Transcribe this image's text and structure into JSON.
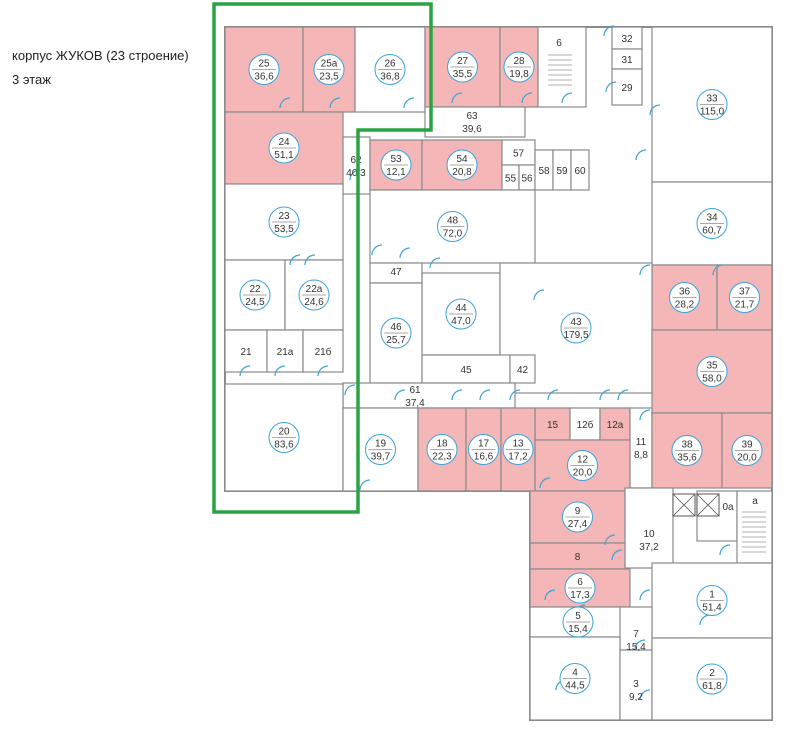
{
  "header": {
    "title": "корпус ЖУКОВ (23 строение)",
    "floor": "3 этаж"
  },
  "colors": {
    "highlight_room": "#f4b6b6",
    "plain_room": "#ffffff",
    "wall": "#8a8a8a",
    "door": "#3aa3d8",
    "selection": "#2aa344"
  },
  "rooms": [
    {
      "id": "r25",
      "num": "25",
      "area": "36,6",
      "highlight": true
    },
    {
      "id": "r25a",
      "num": "25а",
      "area": "23,5",
      "highlight": true
    },
    {
      "id": "r26",
      "num": "26",
      "area": "36,8",
      "highlight": false
    },
    {
      "id": "r27",
      "num": "27",
      "area": "35,5",
      "highlight": true
    },
    {
      "id": "r28",
      "num": "28",
      "area": "19,8",
      "highlight": true
    },
    {
      "id": "r6",
      "num": "6",
      "area": "",
      "highlight": false
    },
    {
      "id": "r32",
      "num": "32",
      "area": "",
      "highlight": false
    },
    {
      "id": "r31",
      "num": "31",
      "area": "",
      "highlight": false
    },
    {
      "id": "r29",
      "num": "29",
      "area": "",
      "highlight": false
    },
    {
      "id": "r33",
      "num": "33",
      "area": "115,0",
      "highlight": false
    },
    {
      "id": "r24",
      "num": "24",
      "area": "51,1",
      "highlight": true
    },
    {
      "id": "r63",
      "num": "63",
      "area": "39,6",
      "highlight": false
    },
    {
      "id": "r62",
      "num": "62",
      "area": "40,3",
      "highlight": false
    },
    {
      "id": "r53",
      "num": "53",
      "area": "12,1",
      "highlight": true
    },
    {
      "id": "r54",
      "num": "54",
      "area": "20,8",
      "highlight": true
    },
    {
      "id": "r57",
      "num": "57",
      "area": "",
      "highlight": false
    },
    {
      "id": "r55",
      "num": "55",
      "area": "",
      "highlight": false
    },
    {
      "id": "r56",
      "num": "56",
      "area": "",
      "highlight": false
    },
    {
      "id": "r58",
      "num": "58",
      "area": "",
      "highlight": false
    },
    {
      "id": "r59",
      "num": "59",
      "area": "",
      "highlight": false
    },
    {
      "id": "r60",
      "num": "60",
      "area": "",
      "highlight": false
    },
    {
      "id": "r23",
      "num": "23",
      "area": "53,5",
      "highlight": false
    },
    {
      "id": "r48",
      "num": "48",
      "area": "72,0",
      "highlight": false
    },
    {
      "id": "r34",
      "num": "34",
      "area": "60,7",
      "highlight": false
    },
    {
      "id": "r47",
      "num": "47",
      "area": "",
      "highlight": false
    },
    {
      "id": "r22",
      "num": "22",
      "area": "24,5",
      "highlight": false
    },
    {
      "id": "r22a",
      "num": "22а",
      "area": "24,6",
      "highlight": false
    },
    {
      "id": "r36",
      "num": "36",
      "area": "28,2",
      "highlight": true
    },
    {
      "id": "r37",
      "num": "37",
      "area": "21,7",
      "highlight": true
    },
    {
      "id": "r44",
      "num": "44",
      "area": "47,0",
      "highlight": false
    },
    {
      "id": "r43",
      "num": "43",
      "area": "179,5",
      "highlight": false
    },
    {
      "id": "r21",
      "num": "21",
      "area": "",
      "highlight": false
    },
    {
      "id": "r21a",
      "num": "21а",
      "area": "",
      "highlight": false
    },
    {
      "id": "r21b",
      "num": "21б",
      "area": "",
      "highlight": false
    },
    {
      "id": "r46",
      "num": "46",
      "area": "25,7",
      "highlight": false
    },
    {
      "id": "r45",
      "num": "45",
      "area": "",
      "highlight": false
    },
    {
      "id": "r42",
      "num": "42",
      "area": "",
      "highlight": false
    },
    {
      "id": "r35",
      "num": "35",
      "area": "58,0",
      "highlight": true
    },
    {
      "id": "r61",
      "num": "61",
      "area": "37,4",
      "highlight": false
    },
    {
      "id": "r15",
      "num": "15",
      "area": "",
      "highlight": true
    },
    {
      "id": "r12b",
      "num": "12б",
      "area": "",
      "highlight": false
    },
    {
      "id": "r12a",
      "num": "12а",
      "area": "",
      "highlight": true
    },
    {
      "id": "r11",
      "num": "11",
      "area": "8,8",
      "highlight": false
    },
    {
      "id": "r38",
      "num": "38",
      "area": "35,6",
      "highlight": true
    },
    {
      "id": "r39",
      "num": "39",
      "area": "20,0",
      "highlight": true
    },
    {
      "id": "r20",
      "num": "20",
      "area": "83,6",
      "highlight": false
    },
    {
      "id": "r19",
      "num": "19",
      "area": "39,7",
      "highlight": false
    },
    {
      "id": "r18",
      "num": "18",
      "area": "22,3",
      "highlight": true
    },
    {
      "id": "r17",
      "num": "17",
      "area": "16,6",
      "highlight": true
    },
    {
      "id": "r13",
      "num": "13",
      "area": "17,2",
      "highlight": true
    },
    {
      "id": "r12",
      "num": "12",
      "area": "20,0",
      "highlight": true
    },
    {
      "id": "r9",
      "num": "9",
      "area": "27,4",
      "highlight": true
    },
    {
      "id": "r10",
      "num": "10",
      "area": "37,2",
      "highlight": false
    },
    {
      "id": "r0a",
      "num": "0а",
      "area": "",
      "highlight": false
    },
    {
      "id": "ra",
      "num": "а",
      "area": "",
      "highlight": false
    },
    {
      "id": "r8",
      "num": "8",
      "area": "",
      "highlight": true
    },
    {
      "id": "r6b",
      "num": "6",
      "area": "17,3",
      "highlight": true
    },
    {
      "id": "r1",
      "num": "1",
      "area": "51,4",
      "highlight": false
    },
    {
      "id": "r5",
      "num": "5",
      "area": "15,4",
      "highlight": false
    },
    {
      "id": "r7",
      "num": "7",
      "area": "15,4",
      "highlight": false
    },
    {
      "id": "r4",
      "num": "4",
      "area": "44,5",
      "highlight": false
    },
    {
      "id": "r3",
      "num": "3",
      "area": "9,2",
      "highlight": false
    },
    {
      "id": "r2",
      "num": "2",
      "area": "61,8",
      "highlight": false
    }
  ]
}
